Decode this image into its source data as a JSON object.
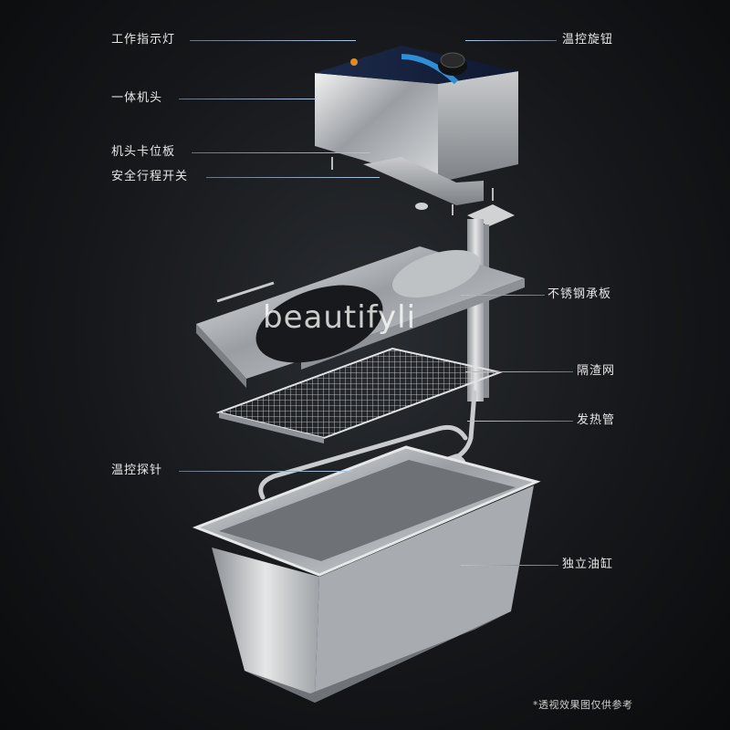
{
  "labels_left": [
    "工作指示灯",
    "一体机头",
    "机头卡位板",
    "安全行程开关",
    "温控探针"
  ],
  "labels_right": [
    "温控旋钮",
    "不锈钢承板",
    "隔渣网",
    "发热管",
    "独立油缸"
  ],
  "watermark": "beautifyli",
  "footnote": "*透视效果图仅供参考"
}
